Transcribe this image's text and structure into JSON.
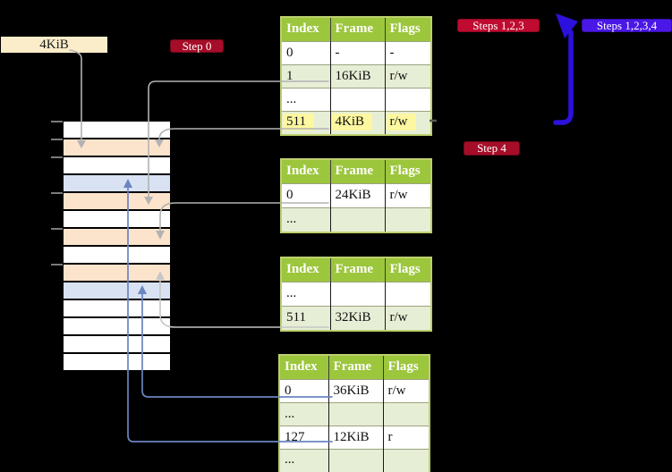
{
  "colors": {
    "background": "#000000",
    "badge_red": "#a50d28",
    "badge_red_bright": "#bf0b30",
    "badge_blue": "#4a17e6",
    "big_arrow_blue": "#2c11dd",
    "arrow_gray": "#b2b2b2",
    "arrow_gray_light": "#c6c6c6",
    "arrow_steel_blue": "#6a85c0",
    "table_header_bg": "#9cc63c",
    "table_border": "#bdd06e",
    "row_green": "#e7eed6",
    "highlight_yellow": "#fcf7a0",
    "mem_orange": "#fce4cc",
    "mem_blue": "#d8e2f3",
    "mem_white": "#ffffff",
    "label_bg": "#fcedca",
    "tick_gray": "#999999"
  },
  "labels": {
    "page_size": "4KiB"
  },
  "badges": {
    "step0": {
      "text": "Step 0",
      "style": "red"
    },
    "steps123": {
      "text": "Steps 1,2,3",
      "style": "red-bright"
    },
    "steps1234": {
      "text": "Steps 1,2,3,4",
      "style": "blue"
    },
    "step4": {
      "text": "Step 4",
      "style": "red"
    }
  },
  "tables": [
    {
      "id": "level-1",
      "headers": [
        "Index",
        "Frame",
        "Flags"
      ],
      "rows": [
        {
          "cells": [
            "0",
            "-",
            "-"
          ],
          "shade": "white"
        },
        {
          "cells": [
            "1",
            "16KiB",
            "r/w"
          ],
          "shade": "green"
        },
        {
          "cells": [
            "...",
            "",
            ""
          ],
          "shade": "white"
        },
        {
          "cells": [
            "511",
            "4KiB",
            "r/w"
          ],
          "shade": "green",
          "highlight": true
        }
      ]
    },
    {
      "id": "level-2",
      "headers": [
        "Index",
        "Frame",
        "Flags"
      ],
      "rows": [
        {
          "cells": [
            "0",
            "24KiB",
            "r/w"
          ],
          "shade": "white"
        },
        {
          "cells": [
            "...",
            "",
            ""
          ],
          "shade": "green"
        }
      ]
    },
    {
      "id": "level-3",
      "headers": [
        "Index",
        "Frame",
        "Flags"
      ],
      "rows": [
        {
          "cells": [
            "...",
            "",
            ""
          ],
          "shade": "white"
        },
        {
          "cells": [
            "511",
            "32KiB",
            "r/w"
          ],
          "shade": "green"
        }
      ]
    },
    {
      "id": "level-4",
      "headers": [
        "Index",
        "Frame",
        "Flags"
      ],
      "rows": [
        {
          "cells": [
            "0",
            "36KiB",
            "r/w"
          ],
          "shade": "white"
        },
        {
          "cells": [
            "...",
            "",
            ""
          ],
          "shade": "green"
        },
        {
          "cells": [
            "127",
            "12KiB",
            "r"
          ],
          "shade": "white"
        },
        {
          "cells": [
            "...",
            "",
            ""
          ],
          "shade": "green"
        }
      ]
    }
  ],
  "memory_column": {
    "rows": [
      "white",
      "orange",
      "white",
      "blue",
      "orange",
      "white",
      "orange",
      "white",
      "orange",
      "blue",
      "white",
      "white",
      "white",
      "white"
    ]
  },
  "arrows": [
    {
      "id": "a1",
      "desc": "4KiB label down to orange memory row 2",
      "color": "gray"
    },
    {
      "id": "a2",
      "desc": "table1 entry 1 (16KiB) to orange memory row 5",
      "color": "gray"
    },
    {
      "id": "a3",
      "desc": "table1 entry 511 (4KiB) to orange memory row 2",
      "color": "gray"
    },
    {
      "id": "a4",
      "desc": "table2 entry 0 (24KiB) to orange memory row 7",
      "color": "gray"
    },
    {
      "id": "a5",
      "desc": "table3 entry 511 (32KiB) to orange memory row 9",
      "color": "gray-light"
    },
    {
      "id": "a6",
      "desc": "table4 entry 0 (36KiB) to blue memory row 10",
      "color": "steel-blue"
    },
    {
      "id": "a7",
      "desc": "table4 entry 127 (12KiB) to blue memory row 4",
      "color": "steel-blue"
    },
    {
      "id": "a8",
      "desc": "big curved arrow from Steps 1,2,3,4 badge up to Steps 1,2,3 badge",
      "color": "blue"
    }
  ]
}
